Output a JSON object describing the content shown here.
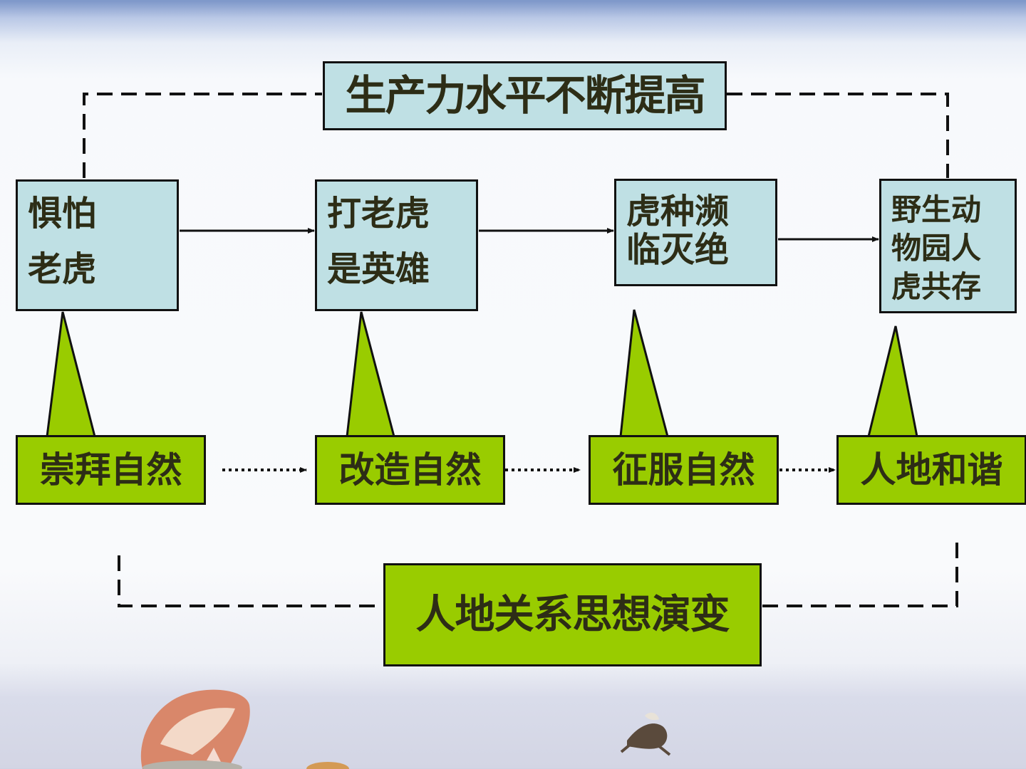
{
  "top_label": "生产力水平不断提高",
  "bottom_label": "人地关系思想演变",
  "stages": [
    {
      "lines": [
        "惧怕",
        "老虎"
      ]
    },
    {
      "lines": [
        "打老虎",
        "是英雄"
      ]
    },
    {
      "lines": [
        "虎种濒",
        "临灭绝"
      ]
    },
    {
      "lines": [
        "野生动",
        "物园人",
        "虎共存"
      ]
    }
  ],
  "views": [
    "崇拜自然",
    "改造自然",
    "征服自然",
    "人地和谐"
  ],
  "colors": {
    "stage_fill": "#bfe0e4",
    "view_fill": "#99cc00",
    "text": "#2d2d16",
    "border": "#111111"
  }
}
